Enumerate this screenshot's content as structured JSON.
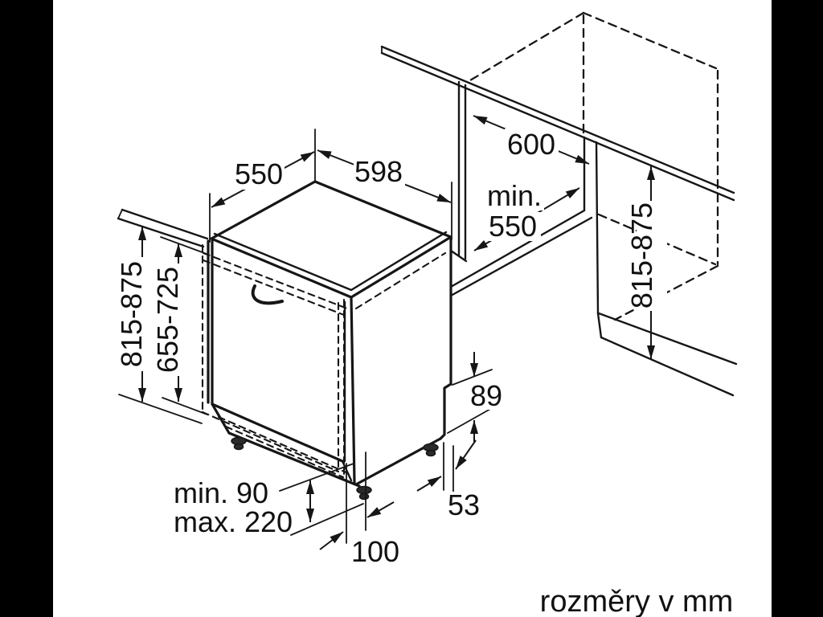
{
  "figure": {
    "unit_note": "rozměry v mm",
    "dimensions": {
      "top_depth": "550",
      "top_width": "598",
      "niche_width": "600",
      "niche_depth_prefix": "min.",
      "niche_depth_value": "550",
      "overall_height_left": "815-875",
      "door_panel_height": "655-725",
      "niche_height_right": "815-875",
      "rear_foot_height": "89",
      "rear_foot_setback": "53",
      "front_foot_setback": "100",
      "plinth_min": "min. 90",
      "plinth_max": "max. 220"
    },
    "colors": {
      "line": "#161616",
      "paper": "#ffffff",
      "letterbox": "#000000"
    }
  }
}
